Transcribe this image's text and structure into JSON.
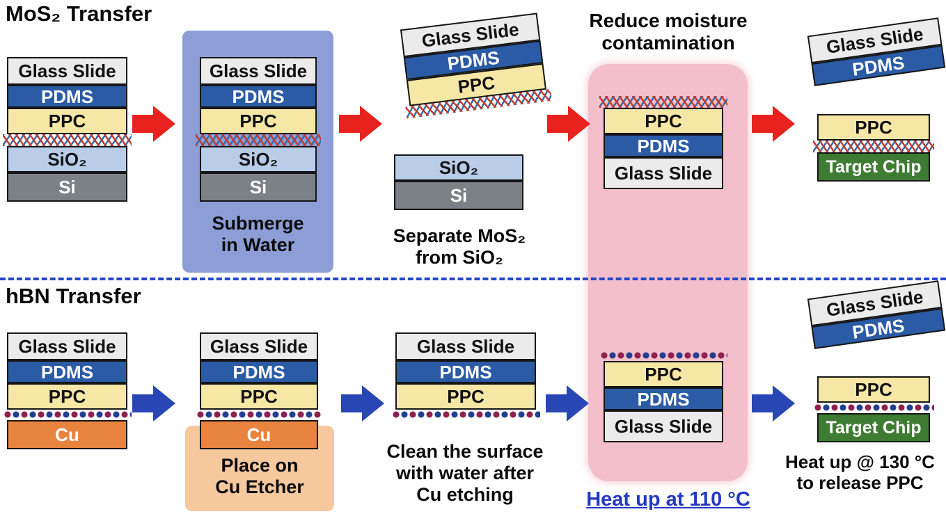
{
  "layers": {
    "glass_slide": "Glass Slide",
    "pdms": "PDMS",
    "ppc": "PPC",
    "sio2": "SiO₂",
    "si": "Si",
    "cu": "Cu",
    "target_chip": "Target Chip"
  },
  "mos2_section": {
    "title": "MoS₂ Transfer",
    "submerge_label": "Submerge\nin Water",
    "separate_label": "Separate MoS₂\nfrom SiO₂",
    "reduce_moisture_label": "Reduce moisture\ncontamination"
  },
  "hbn_section": {
    "title": "hBN Transfer",
    "cu_etcher_label": "Place on\nCu Etcher",
    "clean_label": "Clean the surface\nwith water after\nCu etching",
    "heat_110_label": "Heat up at 110 °C",
    "heat_130_label": "Heat up @ 130 °C\nto release PPC"
  },
  "icons": {
    "red_arrow": "right-arrow",
    "blue_arrow": "right-arrow"
  },
  "colors": {
    "glass_slide": "#ebebeb",
    "pdms": "#2c5ba6",
    "ppc": "#f6e7a6",
    "sio2": "#b9cde8",
    "si": "#7c8186",
    "cu": "#e98440",
    "target_chip": "#3f7c33",
    "red_arrow": "#e8231f",
    "blue_arrow": "#2847b4",
    "water_box": "#8c9ed5",
    "cu_etcher_box": "#f6c89e",
    "moisture_box": "#f3bfca",
    "divider": "#2547c8",
    "heat_110_text": "#2238c4"
  }
}
